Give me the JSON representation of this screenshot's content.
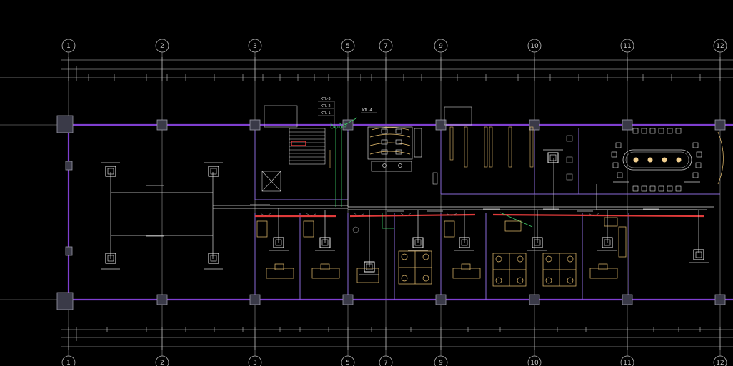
{
  "drawing": {
    "axes": [
      "1",
      "2",
      "3",
      "5",
      "7",
      "9",
      "10",
      "11",
      "12"
    ],
    "callouts": [
      "KTL-3",
      "KTL-2",
      "KTL-1",
      "KTL-4"
    ]
  },
  "colors": {
    "background": "#000000",
    "wall": "#7f3fd0",
    "column": "#8a8a9a",
    "dimension": "#c9c9c9",
    "pipe": "#dcdcdc",
    "pipe_green": "#3fd06a",
    "duct_red": "#e03a3a",
    "furniture": "#e8c070",
    "unit": "#f0f0f0"
  }
}
